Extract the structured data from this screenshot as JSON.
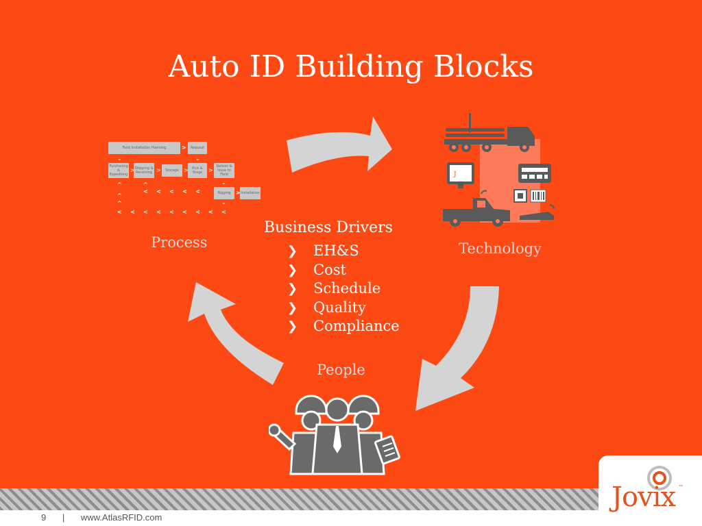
{
  "slide": {
    "title": "Auto ID Building Blocks"
  },
  "labels": {
    "process": "Process",
    "technology": "Technology",
    "people": "People"
  },
  "drivers": {
    "heading": "Business Drivers",
    "items": [
      "EH&S",
      "Cost",
      "Schedule",
      "Quality",
      "Compliance"
    ],
    "bullet": "❯"
  },
  "process_chart": {
    "boxes": {
      "planning": "Field Installation Planning",
      "request": "Request",
      "purchasing": "Purchasing & Expediting",
      "shipping": "Shipping & Receiving",
      "storage": "Storage",
      "pick": "Pick & Stage",
      "deliver": "Deliver & Issue to Field",
      "rigging": "Rigging",
      "installation": "Installation"
    },
    "arrow": ">",
    "arrow_down": "⌄",
    "arrow_up": "^",
    "arrow_back": "<"
  },
  "footer": {
    "page_number": "9",
    "separator": "|",
    "url": "www.AtlasRFID.com"
  },
  "logo": {
    "brand": "Jovix",
    "tm": "™"
  },
  "technology_icons": [
    "truck-icon",
    "monitor-icon",
    "rfid-reader-icon",
    "chip-icon",
    "barcode-icon",
    "pickup-truck-icon",
    "gateway-icon"
  ],
  "people_icons": [
    "workers-icon",
    "wrench-icon",
    "clipboard-icon"
  ],
  "colors": {
    "background": "#fd4a14",
    "arrow": "#d4d4d4",
    "label": "#d6d6d6",
    "icon": "#5a5a5a",
    "brand": "#e2531d"
  }
}
